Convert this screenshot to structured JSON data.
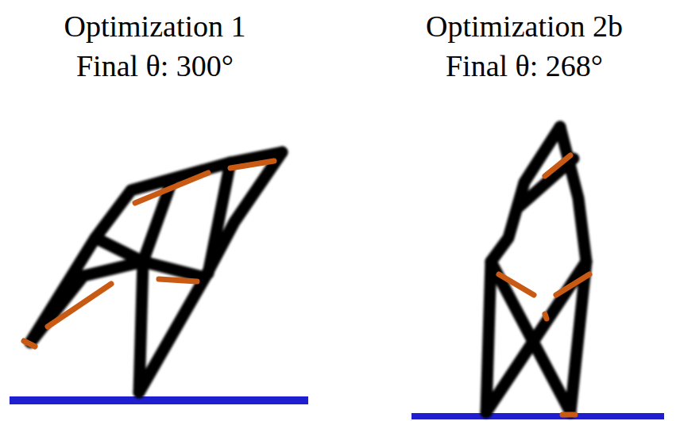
{
  "diagram": {
    "labels": [
      "Optimization 1",
      "Final θ: 300°",
      "Optimization 2b",
      "Final θ: 268°"
    ]
  }
}
